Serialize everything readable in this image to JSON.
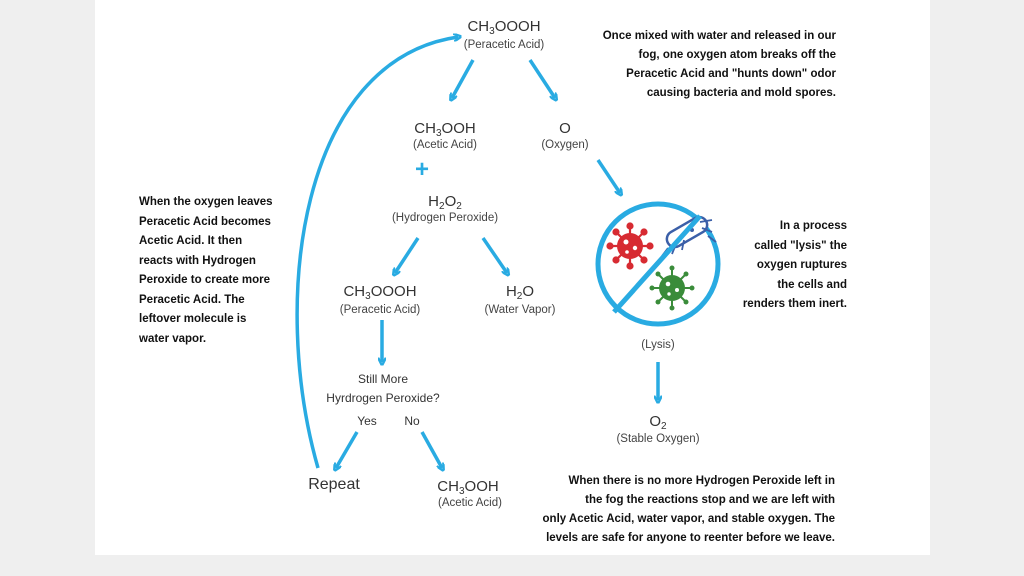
{
  "top": {
    "formula": [
      "CH",
      "3",
      "OOOH"
    ],
    "name": "(Peracetic Acid)"
  },
  "acetic1": {
    "formula": [
      "CH",
      "3",
      "OOH"
    ],
    "name": "(Acetic Acid)"
  },
  "oxygen": {
    "formula": "O",
    "name": "(Oxygen)"
  },
  "plus": "+",
  "h2o2": {
    "formula": [
      "H",
      "2",
      "O",
      "2"
    ],
    "name": "(Hydrogen Peroxide)"
  },
  "peracetic2": {
    "formula": [
      "CH",
      "3",
      "OOOH"
    ],
    "name": "(Peracetic Acid)"
  },
  "water": {
    "formula": [
      "H",
      "2",
      "O"
    ],
    "name": "(Water Vapor)"
  },
  "question": {
    "line1": "Still More",
    "line2": "Hyrdrogen Peroxide?",
    "yes": "Yes",
    "no": "No"
  },
  "repeat": "Repeat",
  "acetic2": {
    "formula": [
      "CH",
      "3",
      "OOH"
    ],
    "name": "(Acetic Acid)"
  },
  "lysis": "(Lysis)",
  "o2": {
    "formula": [
      "O",
      "2"
    ],
    "name": "(Stable Oxygen)"
  },
  "notes": {
    "top_right": [
      "Once mixed with water and released in our",
      "fog, one oxygen atom breaks off the",
      "Peracetic Acid and \"hunts down\" odor",
      "causing bacteria and mold spores."
    ],
    "left": [
      "When the oxygen leaves",
      "Peracetic Acid becomes",
      "Acetic Acid. It then",
      "reacts with Hydrogen",
      "Peroxide to create more",
      "Peracetic Acid. The",
      "leftover molecule is",
      "water vapor."
    ],
    "right": [
      "In a  process",
      "called \"lysis\" the",
      "oxygen ruptures",
      "the cells and",
      "renders them inert."
    ],
    "bottom": [
      "When there is no more Hydrogen Peroxide left in",
      "the fog the reactions stop and we are left with",
      "only Acetic Acid, water vapor, and stable oxygen. The",
      "levels are safe for anyone to reenter before we leave."
    ]
  },
  "colors": {
    "accent": "#29abe2",
    "virus_red": "#d72b32",
    "virus_green": "#3a8c3a",
    "bacteria_blue": "#3b5fa8"
  },
  "icons": [
    "no-germs-icon",
    "virus-icon",
    "bacteria-icon"
  ]
}
